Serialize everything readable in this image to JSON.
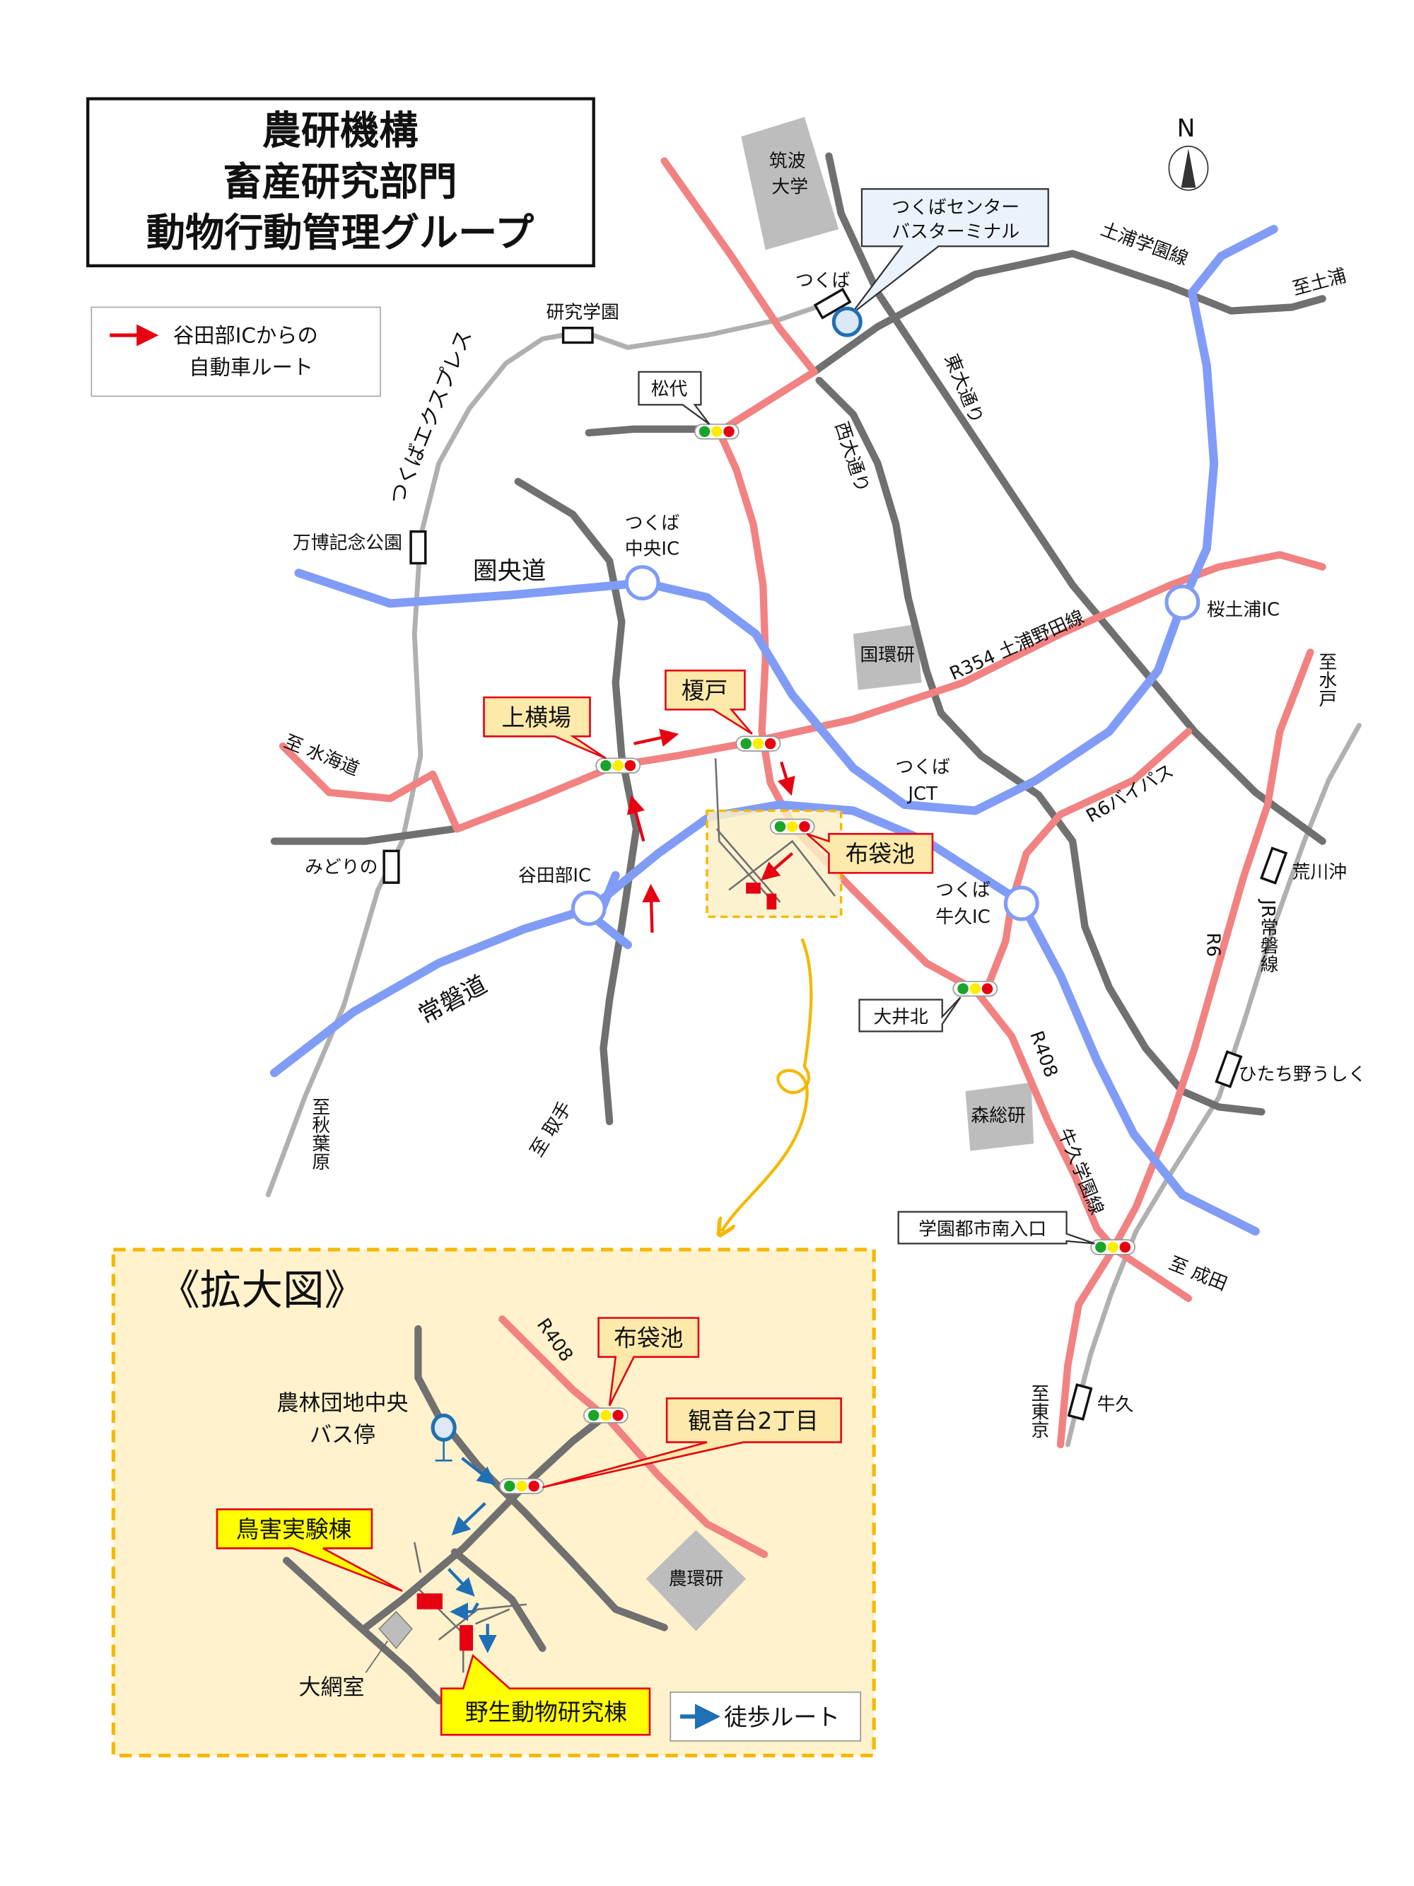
{
  "title": {
    "line1": "農研機構",
    "line2": "畜産研究部門",
    "line3": "動物行動管理グループ"
  },
  "legend": {
    "line1": "谷田部ICからの",
    "line2": "自動車ルート",
    "color": "#e60012"
  },
  "compass": {
    "label": "N"
  },
  "places": {
    "tsukuba_univ": [
      "筑波",
      "大学"
    ],
    "bus_terminal": [
      "つくばセンター",
      "バスターミナル"
    ],
    "kokanken": "国環研",
    "shinsoken": "森総研"
  },
  "stations": {
    "tsukuba": "つくば",
    "kenkyu_gakuen": "研究学園",
    "banpaku": "万博記念公園",
    "midorino": "みどりの",
    "arakawaoki": "荒川沖",
    "hitachino": "ひたち野うしく",
    "ushiku": "牛久"
  },
  "roads": {
    "tx": "つくばエクスプレス",
    "kenodo": "圏央道",
    "joban_expwy": "常磐道",
    "todai": "東大通り",
    "nishi": "西大通り",
    "tsuchiura_gakuen": "土浦学園線",
    "r354": "R354 土浦野田線",
    "r6bypass": "R6バイパス",
    "jr": "JR常磐線",
    "r6": "R6",
    "r408": "R408",
    "ushiku_gakuen": "牛久学園線"
  },
  "directions": {
    "tsuchiura": "至土浦",
    "mito": "至水戸",
    "mitsukaido": "至 水海道",
    "akihabara": "至秋葉原",
    "toride": "至 取手",
    "narita": "至 成田",
    "tokyo": "至東京"
  },
  "ics": {
    "chuo": [
      "つくば",
      "中央IC"
    ],
    "sakura": "桜土浦IC",
    "yatabe": "谷田部IC",
    "ushiku": [
      "つくば",
      "牛久IC"
    ],
    "jct": [
      "つくば",
      "JCT"
    ]
  },
  "signals": {
    "matsushiro": "松代",
    "kamiyokoba": "上横場",
    "enokido": "榎戸",
    "hoteiike": "布袋池",
    "oikita": "大井北",
    "minami_iriguchi": "学園都市南入口"
  },
  "inset": {
    "title": "《拡大図》",
    "r408": "R408",
    "hoteiike": "布袋池",
    "kannondai": "観音台2丁目",
    "bus_stop": [
      "農林団地中央",
      "バス停"
    ],
    "bird_lab": "鳥害実験棟",
    "wildlife_lab": "野生動物研究棟",
    "net_room": "大網室",
    "noukanken": "農環研",
    "walk_legend": "徒歩ルート",
    "walk_color": "#1f6fb5"
  }
}
